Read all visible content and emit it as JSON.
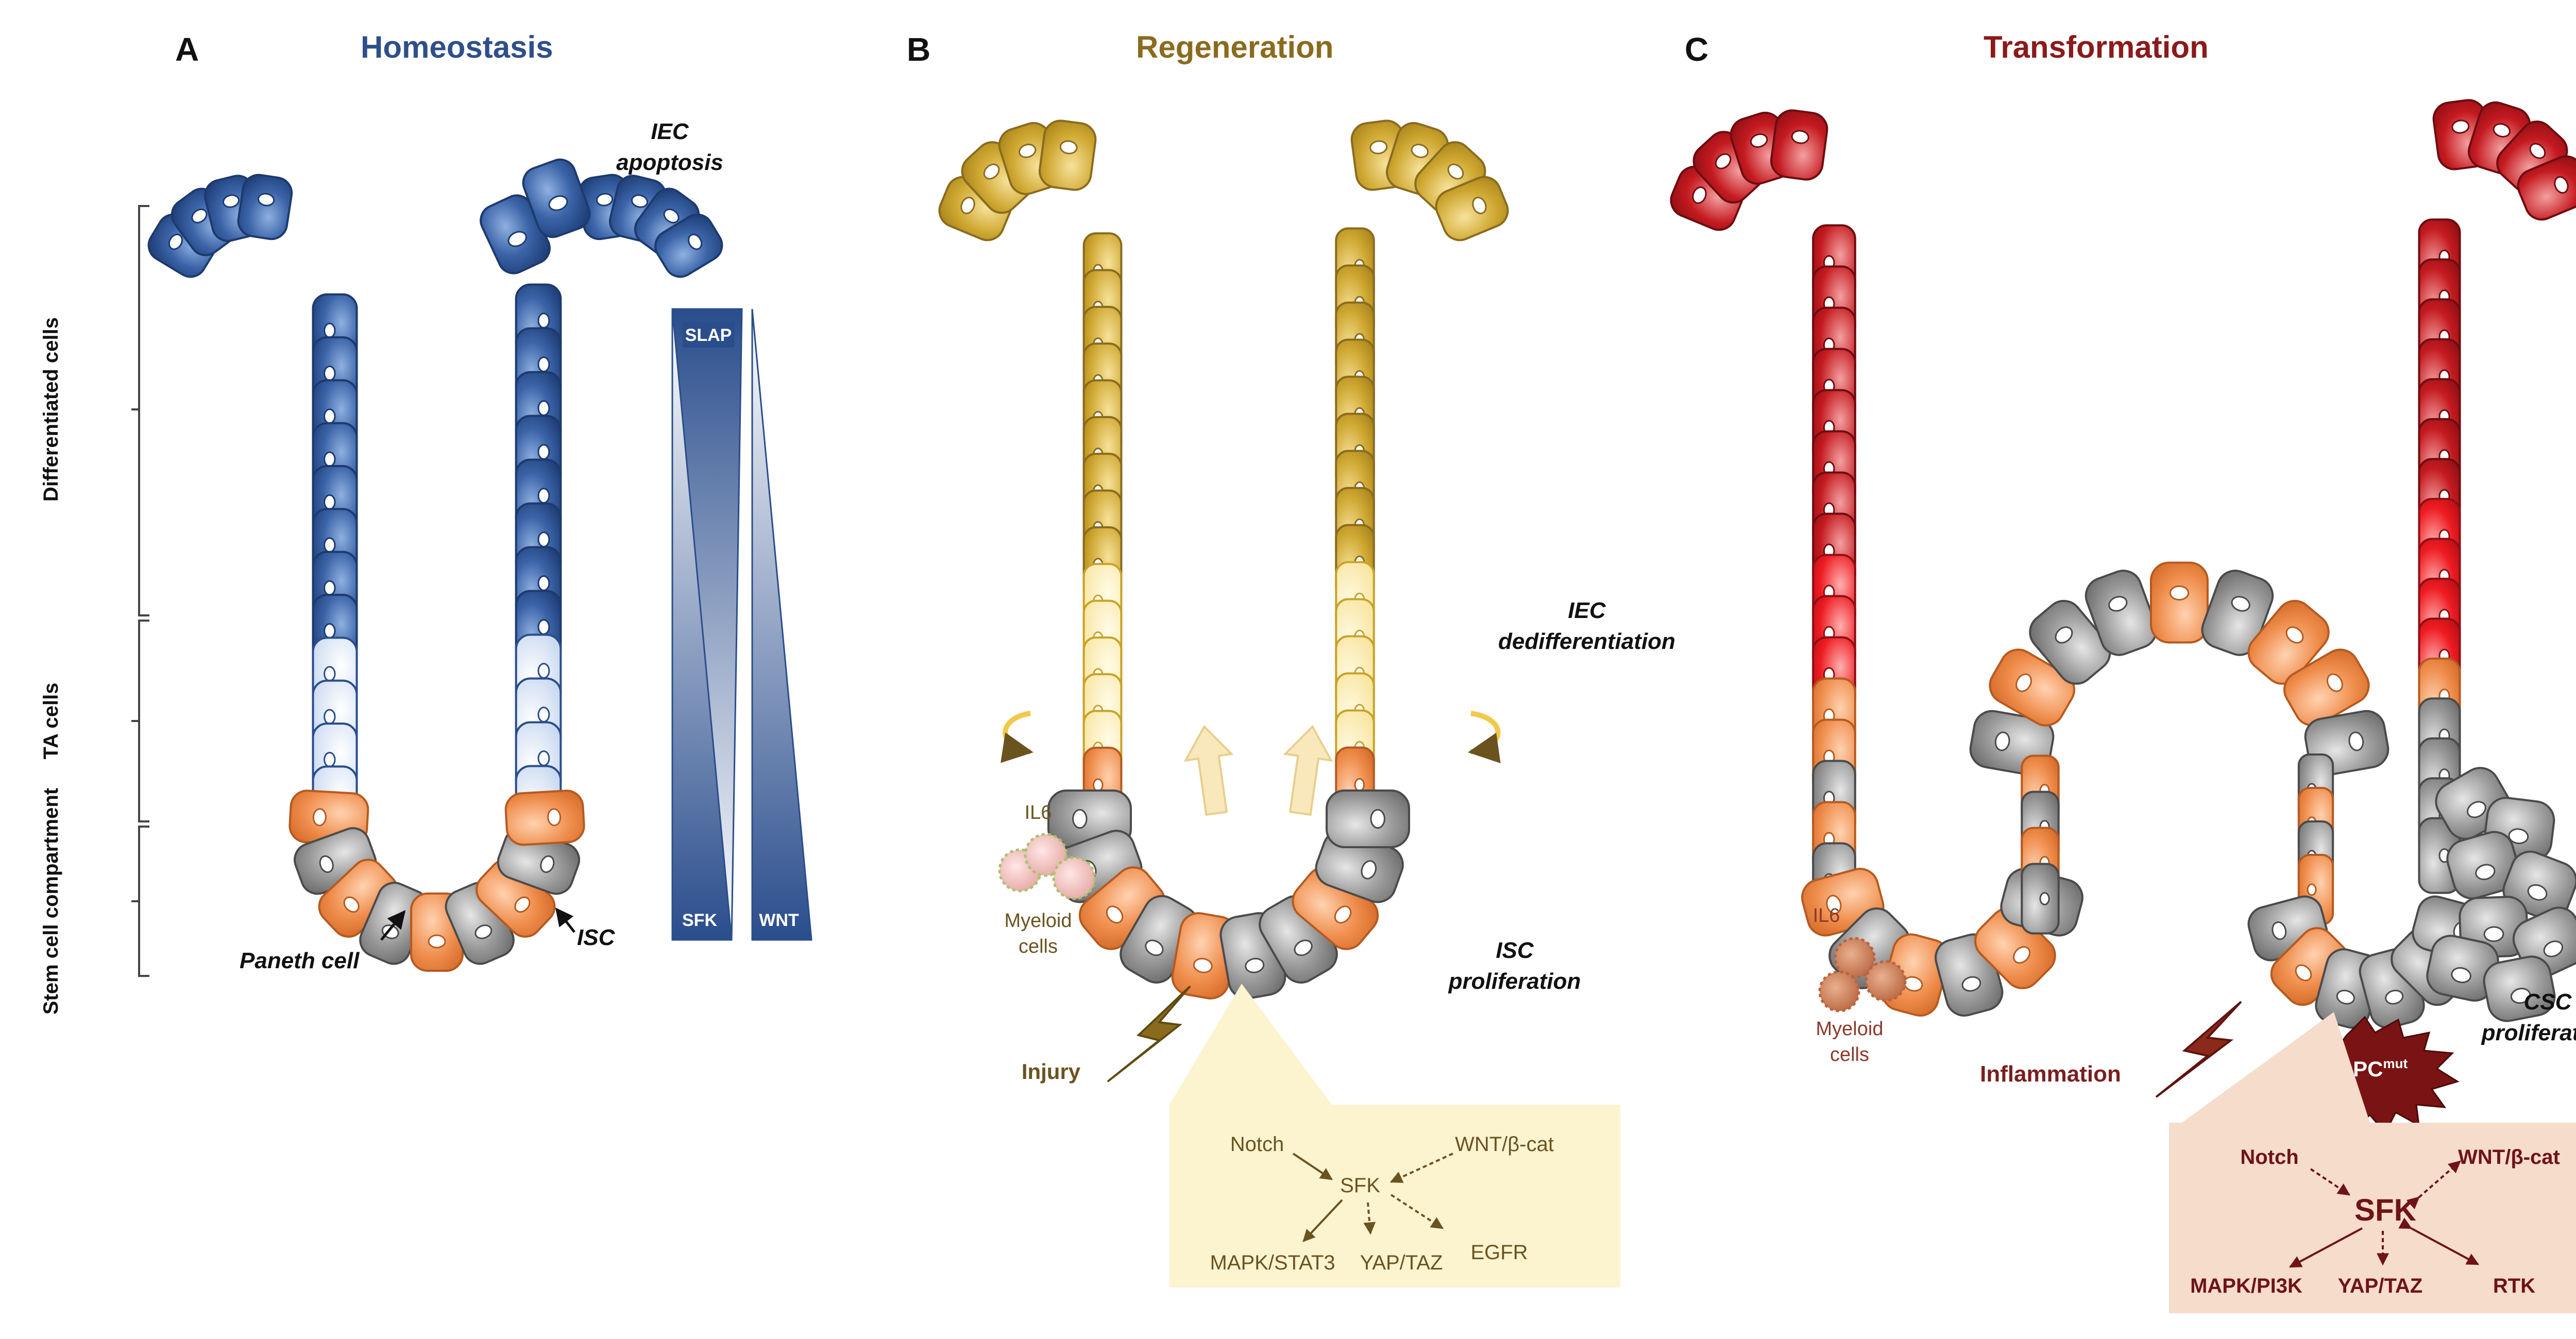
{
  "panels": {
    "a": {
      "letter": "A",
      "title": "Homeostasis"
    },
    "b": {
      "letter": "B",
      "title": "Regeneration"
    },
    "c": {
      "letter": "C",
      "title": "Transformation"
    }
  },
  "panel_a": {
    "compartments": [
      "Differentiated cells",
      "TA cells",
      "Stem cell compartment"
    ],
    "iec_apoptosis": [
      "IEC",
      "apoptosis"
    ],
    "paneth_cell": "Paneth cell",
    "isc": "ISC",
    "gradients": {
      "slap": "SLAP",
      "sfk": "SFK",
      "wnt": "WNT"
    }
  },
  "panel_b": {
    "dediff": [
      "IEC",
      "dedifferentiation"
    ],
    "isc_prolif": [
      "ISC",
      "proliferation"
    ],
    "il6": "IL6",
    "myeloid": [
      "Myeloid",
      "cells"
    ],
    "injury": "Injury",
    "pathway": {
      "notch": "Notch",
      "wnt": "WNT/β-cat",
      "sfk": "SFK",
      "mapk": "MAPK/STAT3",
      "yap": "YAP/TAZ",
      "egfr": "EGFR"
    }
  },
  "panel_c": {
    "il6": "IL6",
    "myeloid": [
      "Myeloid",
      "cells"
    ],
    "inflammation": "Inflammation",
    "apc": "APC",
    "apc_sup": "mut",
    "csc_prolif": [
      "CSC",
      "proliferation"
    ],
    "pathway": {
      "notch": "Notch",
      "wnt": "WNT/β-cat",
      "sfk": "SFK",
      "mapk": "MAPK/PI3K",
      "yap": "YAP/TAZ",
      "rtk": "RTK"
    }
  },
  "colors": {
    "blue_dark": "#2f5597",
    "blue_light": "#dce6f5",
    "orange": "#ed8b4a",
    "gray": "#8c8c8c",
    "gold": "#c9a227",
    "gold_light": "#fbeaa5",
    "red": "#c0161d",
    "red_bright": "#e8151c",
    "title_a": "#2f4f8a",
    "title_b": "#8a6b1e",
    "title_c": "#8b1a1a",
    "box_b": "#fcf3cf",
    "box_c": "#f6dccb"
  }
}
